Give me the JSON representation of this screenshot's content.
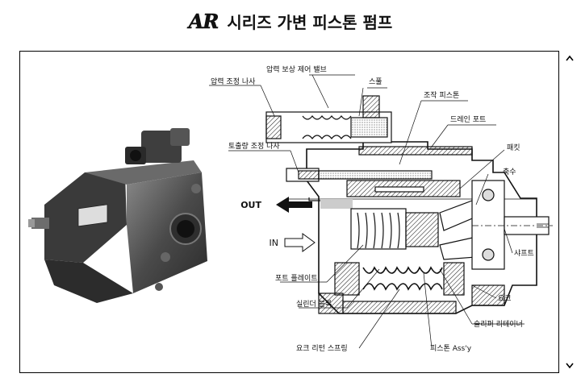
{
  "title": {
    "logo": "AR",
    "text": "시리즈 가변 피스톤 펌프"
  },
  "arrows": {
    "out": "OUT",
    "in": "IN"
  },
  "labels": {
    "pressure_comp_valve": "압력 보상 제어 밸브",
    "spool": "스풀",
    "pressure_adjust_screw": "압력 조정 나사",
    "control_piston": "조작 피스톤",
    "drain_port": "드레인 포트",
    "flow_adjust_screw": "토출량 조정 나사",
    "pad": "패킷",
    "shaft_axis": "축수",
    "shaft": "샤프트",
    "port_plate": "포트 플레이트",
    "yoke": "요크",
    "cylinder_block": "실린더 블록",
    "slipper_retainer": "슬리퍼 리테이너",
    "yoke_return_spring": "요크 리턴 스프링",
    "piston_assy": "피스톤 Ass'y"
  },
  "colors": {
    "ink": "#111111",
    "pump_body": "#4a4a4a",
    "hatch": "#222222"
  }
}
